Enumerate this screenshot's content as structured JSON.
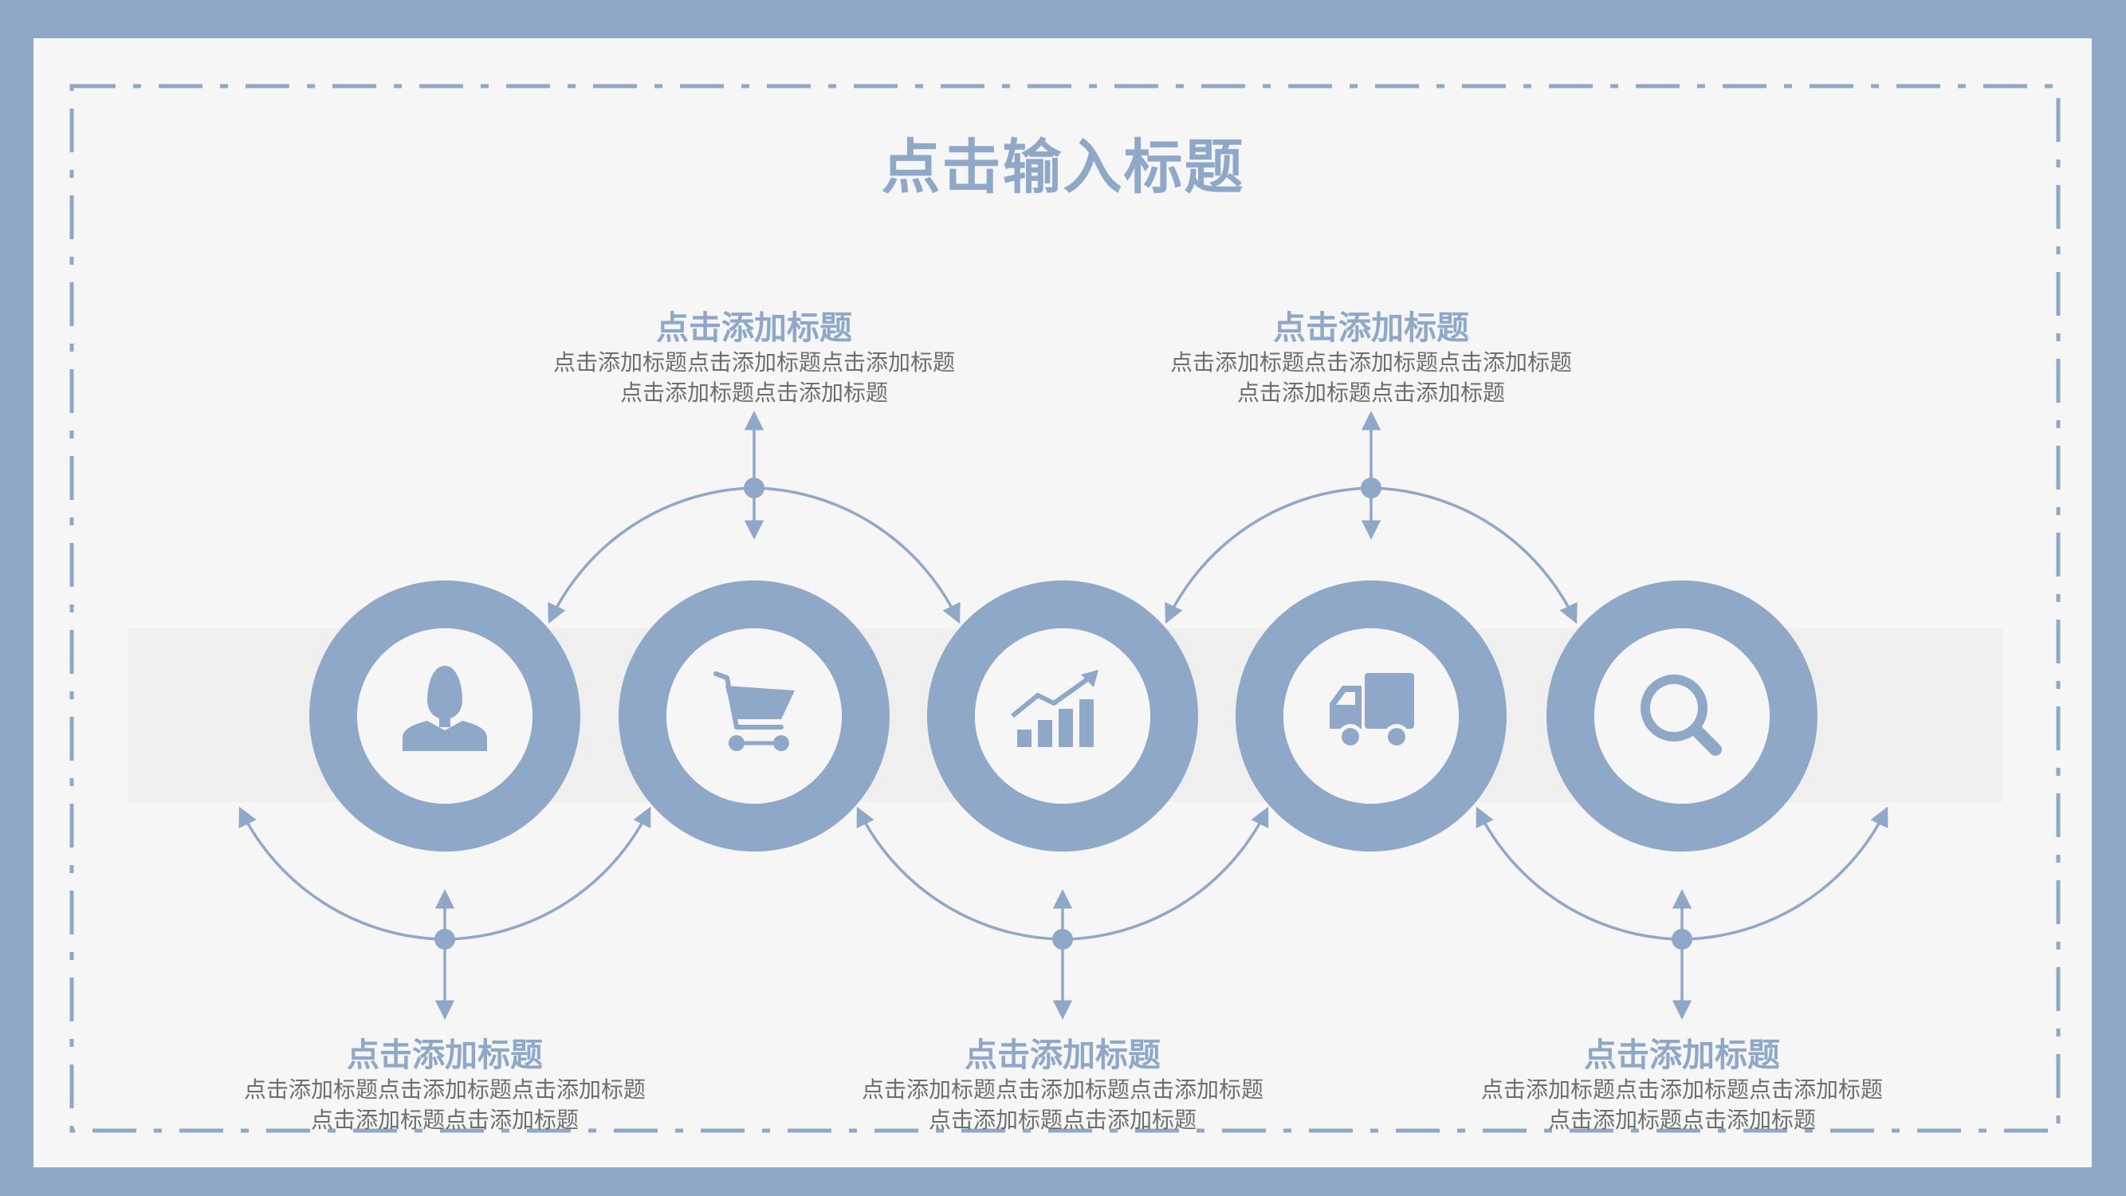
{
  "title": "点击输入标题",
  "colors": {
    "accent": "#8fa8c8",
    "background": "#f6f6f7",
    "text": "#6e6e6e"
  },
  "nodes": [
    {
      "icon": "user-icon"
    },
    {
      "icon": "shopping-cart-icon"
    },
    {
      "icon": "growth-chart-icon"
    },
    {
      "icon": "delivery-truck-icon"
    },
    {
      "icon": "magnifier-icon"
    }
  ],
  "top_blocks": [
    {
      "title": "点击添加标题",
      "line1": "点击添加标题点击添加标题点击添加标题",
      "line2": "点击添加标题点击添加标题"
    },
    {
      "title": "点击添加标题",
      "line1": "点击添加标题点击添加标题点击添加标题",
      "line2": "点击添加标题点击添加标题"
    }
  ],
  "bottom_blocks": [
    {
      "title": "点击添加标题",
      "line1": "点击添加标题点击添加标题点击添加标题",
      "line2": "点击添加标题点击添加标题"
    },
    {
      "title": "点击添加标题",
      "line1": "点击添加标题点击添加标题点击添加标题",
      "line2": "点击添加标题点击添加标题"
    },
    {
      "title": "点击添加标题",
      "line1": "点击添加标题点击添加标题点击添加标题",
      "line2": "点击添加标题点击添加标题"
    }
  ]
}
